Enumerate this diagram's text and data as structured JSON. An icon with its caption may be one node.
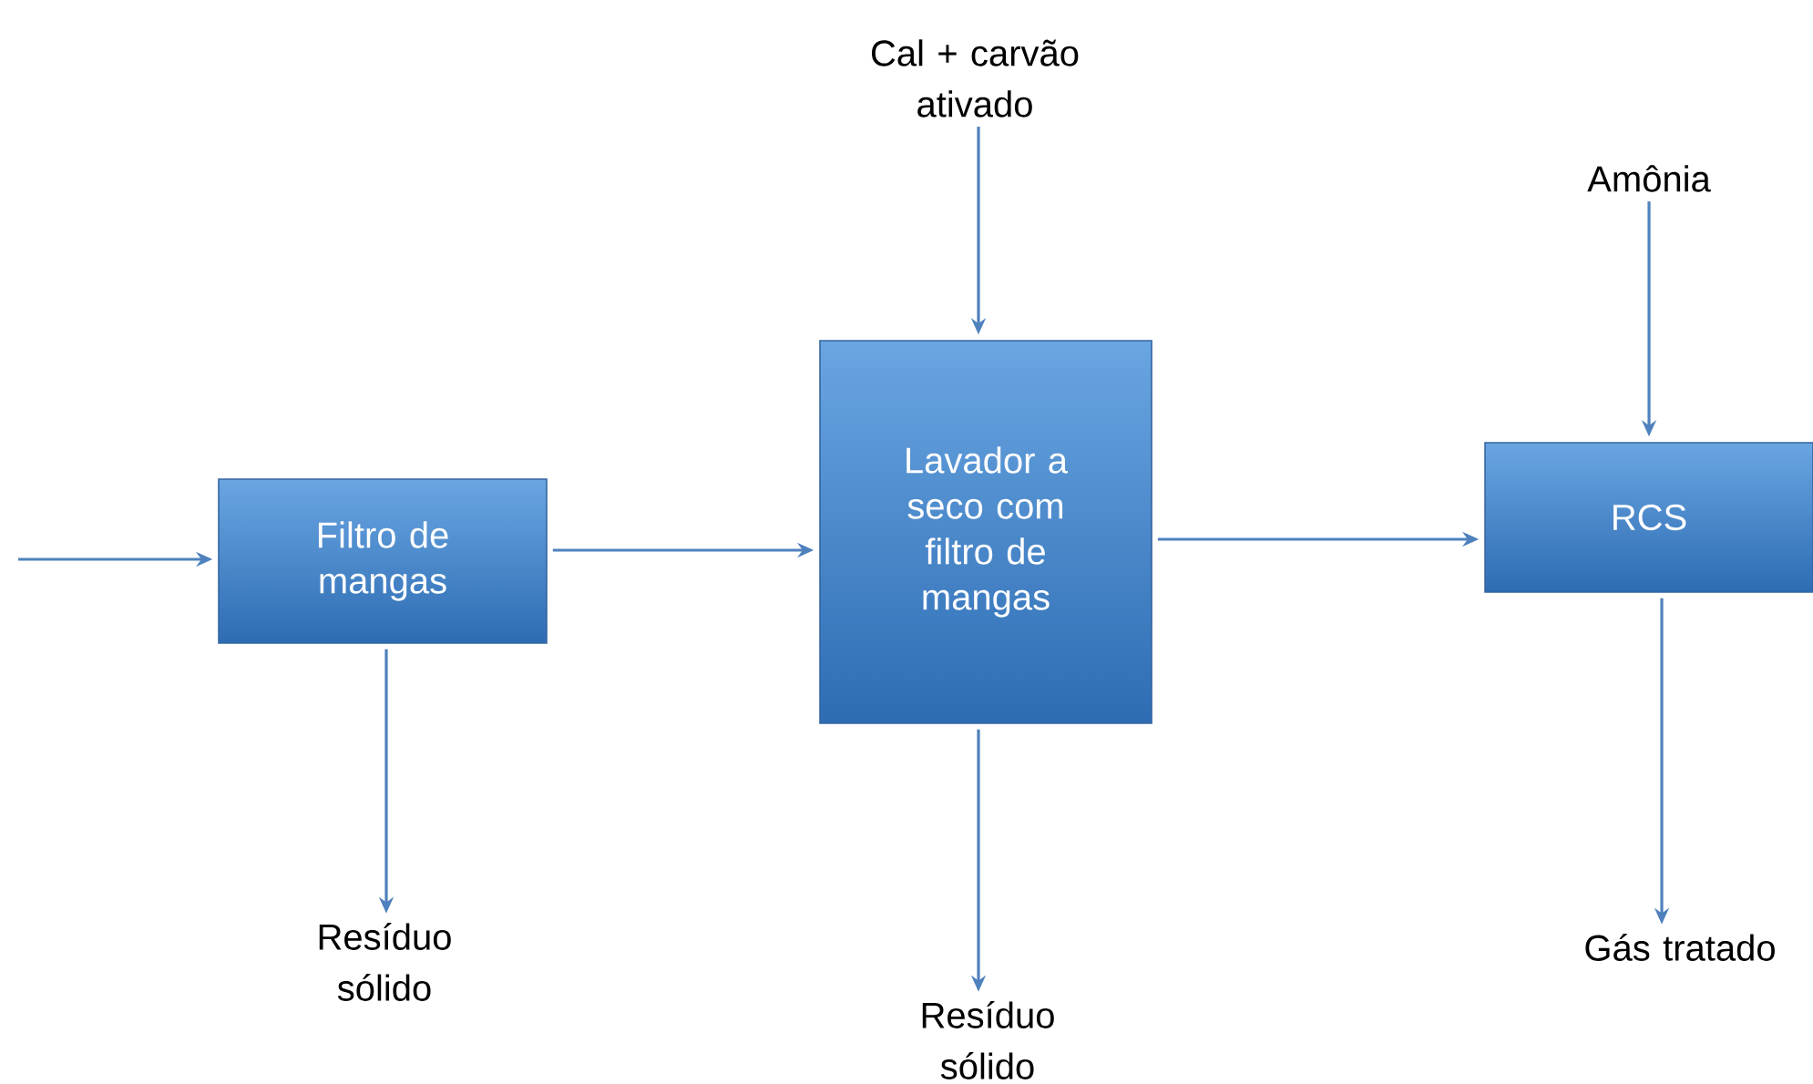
{
  "diagram": {
    "nodes": [
      {
        "text": [
          "Filtro de mangas"
        ]
      },
      {
        "text": [
          "Lavador a seco com filtro de mangas"
        ]
      },
      {
        "text": [
          "RCS"
        ]
      },
      {
        "text": [
          "Cal + carvão ativado"
        ]
      },
      {
        "text": [
          "Amônia"
        ]
      },
      {
        "text": [
          "Resíduo sólido"
        ]
      },
      {
        "text": [
          "Resíduo sólido"
        ]
      },
      {
        "text": [
          "Gás tratado"
        ]
      }
    ],
    "edges": [
      {
        "from": null,
        "to": 0,
        "arrow": "to"
      },
      {
        "from": 0,
        "to": 1,
        "arrow": "to"
      },
      {
        "from": 1,
        "to": 2,
        "arrow": "to"
      },
      {
        "from": 3,
        "to": 1,
        "arrow": "to"
      },
      {
        "from": 4,
        "to": 2,
        "arrow": "to"
      },
      {
        "from": 0,
        "to": 5,
        "arrow": "to"
      },
      {
        "from": 1,
        "to": 6,
        "arrow": "to"
      },
      {
        "from": 2,
        "to": 7,
        "arrow": "to"
      }
    ]
  }
}
